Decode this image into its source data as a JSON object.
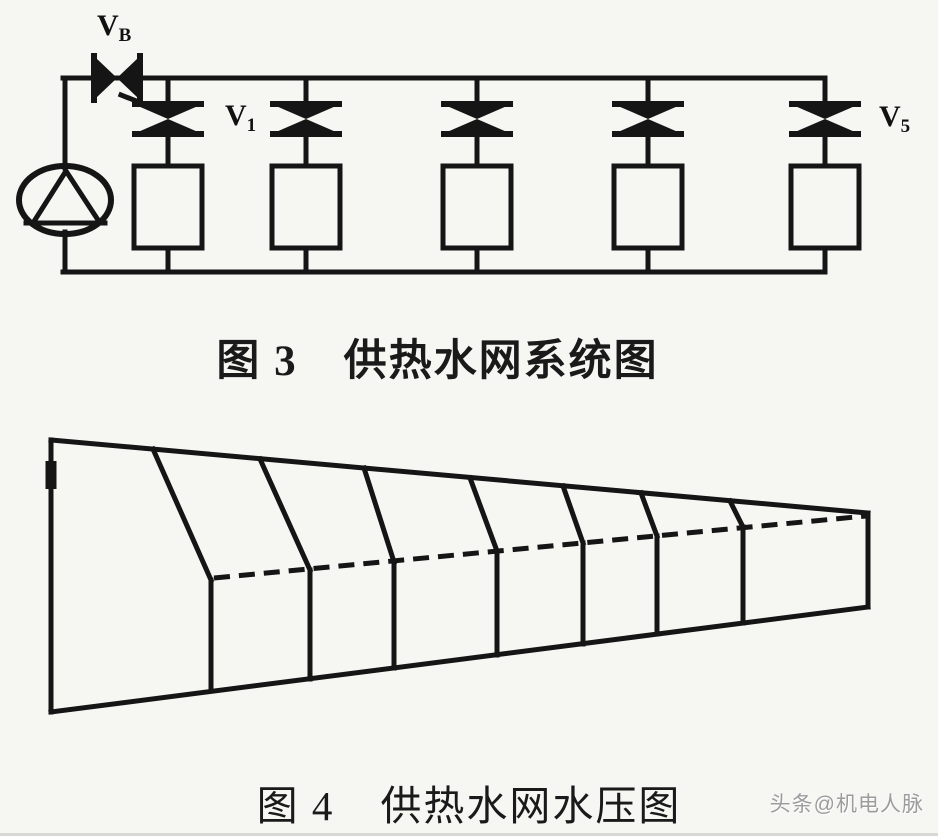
{
  "fig3": {
    "fig_label": "图 3",
    "title": "供热水网系统图",
    "labels": {
      "bypass": {
        "base": "V",
        "sub": "B"
      },
      "first": {
        "base": "V",
        "sub": "1"
      },
      "last": {
        "base": "V",
        "sub": "5"
      }
    },
    "consumer_count": 5,
    "icons": {
      "pump": "pump-icon (circle with triangle)",
      "bypass_valve": "gate-valve-icon horizontal",
      "branch_valve": "gate-valve-icon vertical"
    }
  },
  "fig4": {
    "fig_label": "图 4",
    "title": "供热水网水压图",
    "branch_count": 7,
    "lines": {
      "supply": "top sloping line",
      "return": "bottom sloping line",
      "required_head": "middle dashed line"
    }
  },
  "watermark": "头条@机电人脉",
  "colors": {
    "ink": "#151515",
    "background": "#f6f6f3",
    "watermark": "#9c9c9c"
  }
}
